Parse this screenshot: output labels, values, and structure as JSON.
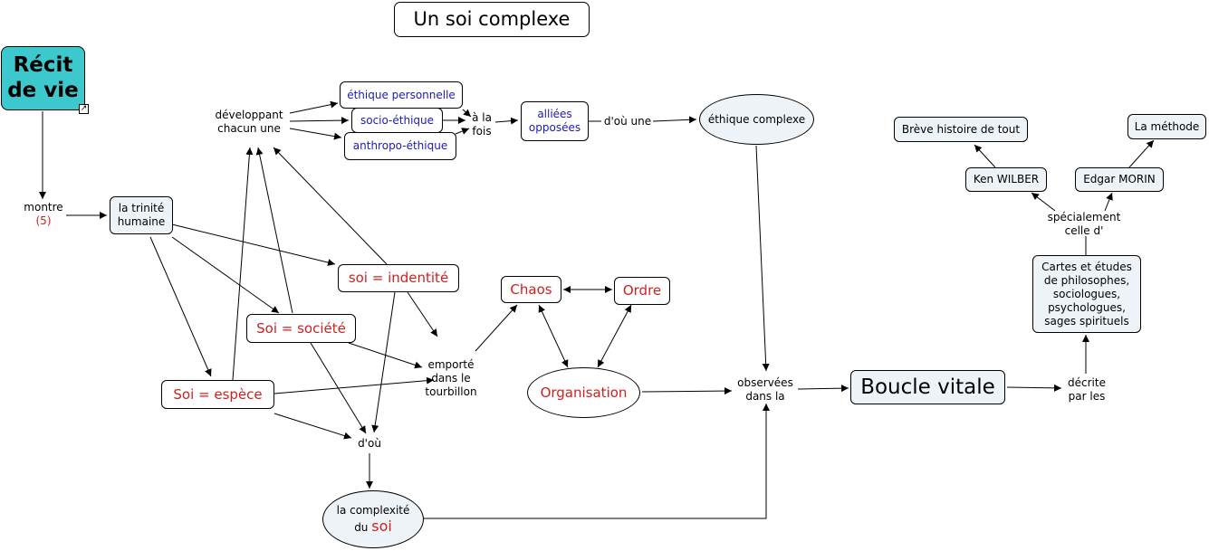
{
  "title": "Un soi complexe",
  "nodes": {
    "recit": {
      "text": "Récit de vie",
      "icon": "link-arrow-icon"
    },
    "trinite": {
      "text": "la trinité humaine"
    },
    "ethique_perso": {
      "text": "éthique personnelle"
    },
    "socio_ethique": {
      "text": "socio-éthique"
    },
    "anthropo_ethique": {
      "text": "anthropo-éthique"
    },
    "allies": {
      "text": "alliées opposées"
    },
    "ethique_complexe": {
      "text": "éthique complexe"
    },
    "soi_identite": {
      "text": "soi = indentité"
    },
    "soi_societe": {
      "text": "Soi = société"
    },
    "soi_espece": {
      "text": "Soi = espèce"
    },
    "chaos": {
      "text": "Chaos"
    },
    "ordre": {
      "text": "Ordre"
    },
    "organisation": {
      "text": "Organisation"
    },
    "complexite": {
      "line1": "la complexité",
      "line2_prefix": "du ",
      "line2_emph": "soi"
    },
    "boucle": {
      "text": "Boucle vitale"
    },
    "cartes": {
      "text": "Cartes et études de philosophes, sociologues, psychologues, sages spirituels"
    },
    "ken": {
      "text": "Ken WILBER"
    },
    "edgar": {
      "text": "Edgar MORIN"
    },
    "breve": {
      "text": "Brève histoire de tout"
    },
    "methode": {
      "text": "La méthode"
    }
  },
  "labels": {
    "montre": "montre",
    "montre_count": "(5)",
    "developpant": "développant chacun une",
    "a_la_fois": "à la fois",
    "dou_une": "d'où une",
    "emporte": "emporté dans le tourbillon",
    "dou": "d'où",
    "observees": "observées dans la",
    "decrite": "décrite par les",
    "specialement": "spécialement celle d'"
  },
  "colors": {
    "node_fill": "#eef3f7",
    "accent_teal": "#3cc8cc",
    "red_text": "#d01f1f",
    "blue_text": "#1b1bb5"
  }
}
